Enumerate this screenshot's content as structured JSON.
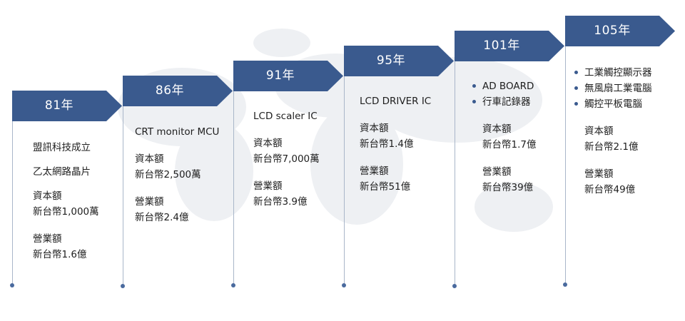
{
  "stages": [
    {
      "year": "81年",
      "lines": [
        "盟訊科技成立",
        "乙太網路晶片"
      ],
      "capital_label": "資本額",
      "capital_value": "新台幣1,000萬",
      "revenue_label": "營業額",
      "revenue_value": "新台幣1.6億"
    },
    {
      "year": "86年",
      "lines": [
        "CRT monitor MCU"
      ],
      "capital_label": "資本額",
      "capital_value": "新台幣2,500萬",
      "revenue_label": "營業額",
      "revenue_value": "新台幣2.4億"
    },
    {
      "year": "91年",
      "lines": [
        "LCD scaler IC"
      ],
      "capital_label": "資本額",
      "capital_value": "新台幣7,000萬",
      "revenue_label": "營業額",
      "revenue_value": "新台幣3.9億"
    },
    {
      "year": "95年",
      "lines": [
        "LCD DRIVER IC"
      ],
      "capital_label": "資本額",
      "capital_value": "新台幣1.4億",
      "revenue_label": "營業額",
      "revenue_value": "新台幣51億"
    },
    {
      "year": "101年",
      "bullets": [
        "AD BOARD",
        "行車記錄器"
      ],
      "capital_label": "資本額",
      "capital_value": "新台幣1.7億",
      "revenue_label": "營業額",
      "revenue_value": "新台幣39億"
    },
    {
      "year": "105年",
      "bullets": [
        "工業觸控顯示器",
        "無風扇工業電腦",
        "觸控平板電腦"
      ],
      "capital_label": "資本額",
      "capital_value": "新台幣2.1億",
      "revenue_label": "營業額",
      "revenue_value": "新台幣49億"
    }
  ],
  "colors": {
    "banner": "#3a5a8e",
    "line": "#a9b6c9",
    "dot": "#4a6a9e",
    "map": "#eef0f3"
  }
}
